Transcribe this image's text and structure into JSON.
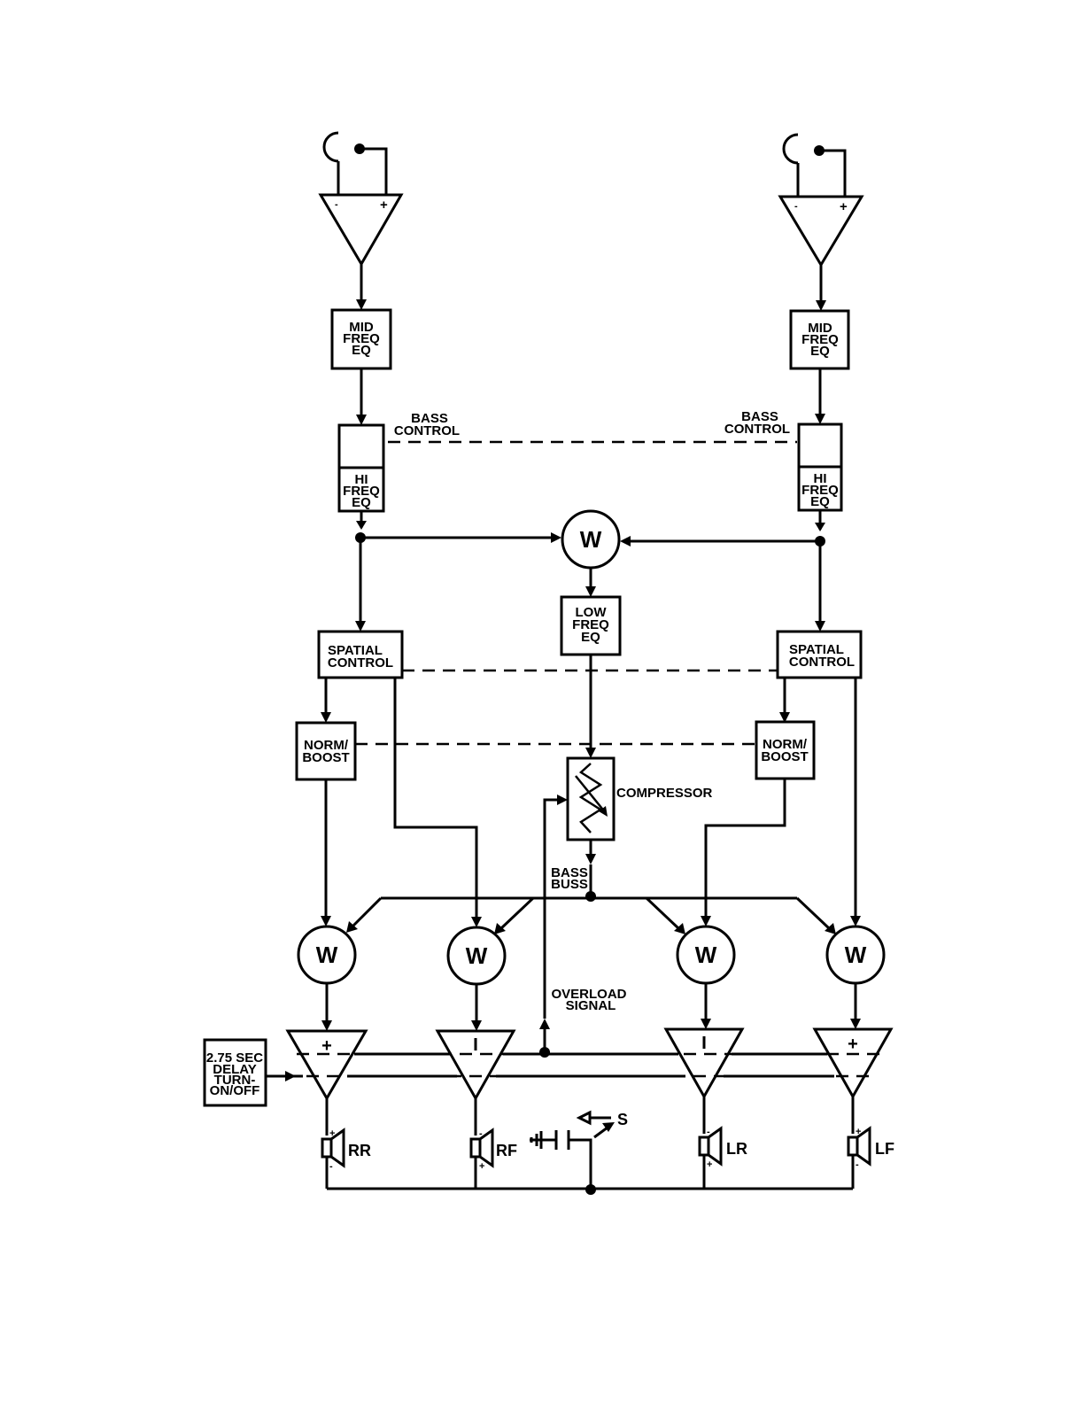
{
  "labels": {
    "mid_freq_eq": [
      "MID",
      "FREQ",
      "EQ"
    ],
    "hi_freq_eq": [
      "HI",
      "FREQ",
      "EQ"
    ],
    "bass_control": [
      "BASS",
      "CONTROL"
    ],
    "weight": "W",
    "low_freq_eq": [
      "LOW",
      "FREQ",
      "EQ"
    ],
    "spatial_control": [
      "SPATIAL",
      "CONTROL"
    ],
    "norm_boost": [
      "NORM/",
      "BOOST"
    ],
    "compressor": "COMPRESSOR",
    "bass_buss": [
      "BASS",
      "BUSS"
    ],
    "overload_signal": [
      "OVERLOAD",
      "SIGNAL"
    ],
    "delay": [
      "2.75 SEC",
      "DELAY",
      "TURN-",
      "ON/OFF"
    ],
    "switch": "S",
    "plus": "+",
    "minus": "-",
    "speakers": [
      "RR",
      "RF",
      "LR",
      "LF"
    ]
  }
}
